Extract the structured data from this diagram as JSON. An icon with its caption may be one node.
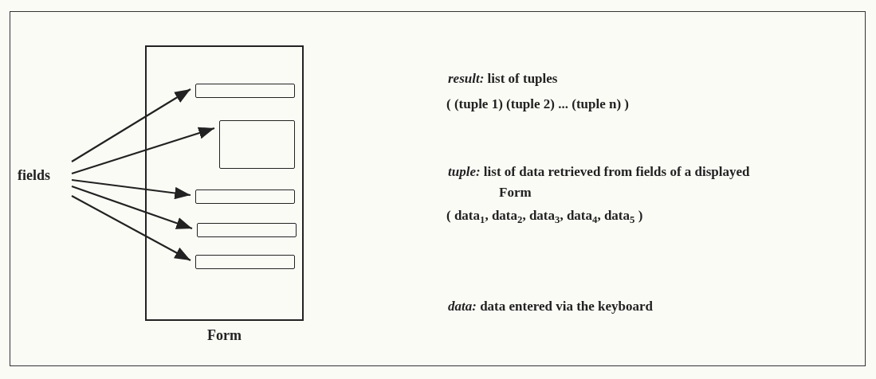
{
  "diagram": {
    "nodes": [
      {
        "text": [
          "fields"
        ]
      },
      {
        "text": [
          "Form"
        ]
      },
      {
        "text": [],
        "shape": "box",
        "in": 1
      },
      {
        "text": [],
        "shape": "box",
        "in": 1
      },
      {
        "text": [],
        "shape": "box",
        "in": 1
      },
      {
        "text": [],
        "shape": "box",
        "in": 1
      },
      {
        "text": [],
        "shape": "box",
        "in": 1
      }
    ],
    "edges": [
      {
        "from": 0,
        "to": 2,
        "arrow": "to"
      },
      {
        "from": 0,
        "to": 3,
        "arrow": "to"
      },
      {
        "from": 0,
        "to": 4,
        "arrow": "to"
      },
      {
        "from": 0,
        "to": 5,
        "arrow": "to"
      },
      {
        "from": 0,
        "to": 6,
        "arrow": "to"
      }
    ],
    "labels": [
      "*result:* list of tuples",
      "( (tuple 1) (tuple 2) ... (tuple n) )",
      "*tuple:* list of data retrieved from fields of a displayed Form",
      "( data$_{1}$, data$_{2}$, data$_{3}$, data$_{4}$, data$_{5}$ )",
      "*data:* data entered via the keyboard"
    ]
  }
}
